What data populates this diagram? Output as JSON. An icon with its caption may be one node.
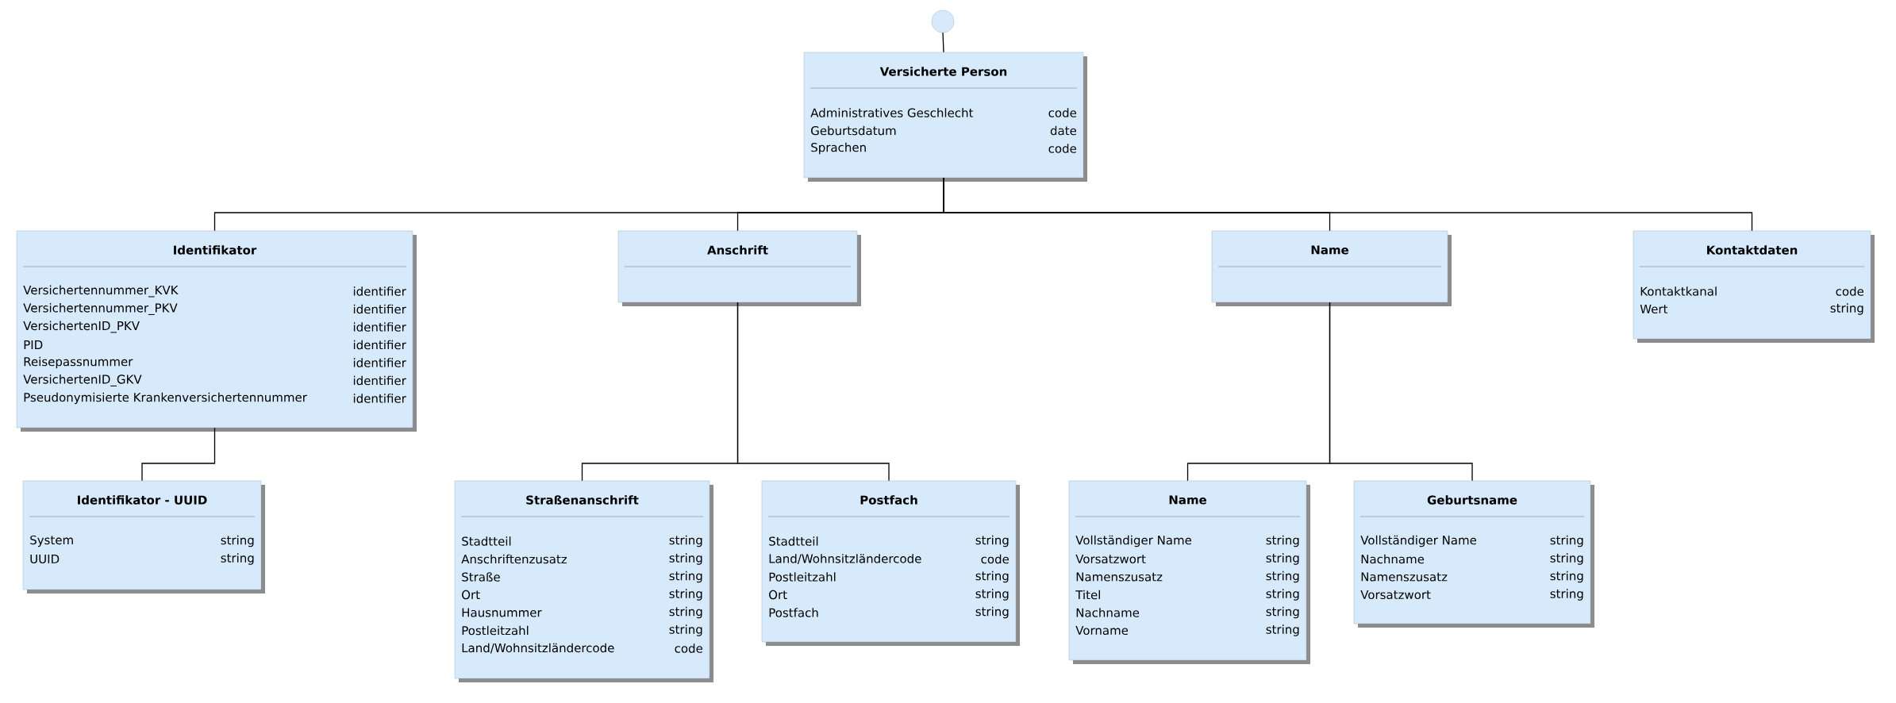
{
  "diagram": {
    "nodes": [
      {
        "text": [],
        "shape": "circle"
      },
      {
        "text": [
          "Versicherte Person",
          "Administratives Geschlecht",
          "code",
          "Geburtsdatum",
          "date",
          "Sprachen",
          "code"
        ]
      },
      {
        "text": [
          "Identifikator",
          "Versichertennummer_KVK",
          "identifier",
          "Versichertennummer_PKV",
          "identifier",
          "VersichertenID_PKV",
          "identifier",
          "PID",
          "identifier",
          "Reisepassnummer",
          "identifier",
          "VersichertenID_GKV",
          "identifier",
          "Pseudonymisierte Krankenversichertennummer",
          "identifier"
        ]
      },
      {
        "text": [
          "Anschrift"
        ]
      },
      {
        "text": [
          "Name"
        ]
      },
      {
        "text": [
          "Kontaktdaten",
          "Kontaktkanal",
          "code",
          "Wert",
          "string"
        ]
      },
      {
        "text": [
          "Identifikator - UUID",
          "System",
          "string",
          "UUID",
          "string"
        ]
      },
      {
        "text": [
          "Straßenanschrift",
          "Stadtteil",
          "string",
          "Anschriftenzusatz",
          "string",
          "Straße",
          "string",
          "Ort",
          "string",
          "Hausnummer",
          "string",
          "Postleitzahl",
          "string",
          "Land/Wohnsitzländercode",
          "code"
        ]
      },
      {
        "text": [
          "Postfach",
          "Stadtteil",
          "string",
          "Land/Wohnsitzländercode",
          "code",
          "Postleitzahl",
          "string",
          "Ort",
          "string",
          "Postfach",
          "string"
        ]
      },
      {
        "text": [
          "Name",
          "Vollständiger Name",
          "string",
          "Vorsatzwort",
          "string",
          "Namenszusatz",
          "string",
          "Titel",
          "string",
          "Nachname",
          "string",
          "Vorname",
          "string"
        ]
      },
      {
        "text": [
          "Geburtsname",
          "Vollständiger Name",
          "string",
          "Nachname",
          "string",
          "Namenszusatz",
          "string",
          "Vorsatzwort",
          "string"
        ]
      }
    ],
    "edges": [
      {
        "from": 0,
        "to": 1,
        "arrow": "none"
      },
      {
        "from": 1,
        "to": 2,
        "arrow": "none"
      },
      {
        "from": 1,
        "to": 3,
        "arrow": "none"
      },
      {
        "from": 1,
        "to": 4,
        "arrow": "none"
      },
      {
        "from": 1,
        "to": 5,
        "arrow": "none"
      },
      {
        "from": 2,
        "to": 6,
        "arrow": "none"
      },
      {
        "from": 3,
        "to": 7,
        "arrow": "none"
      },
      {
        "from": 3,
        "to": 8,
        "arrow": "none"
      },
      {
        "from": 4,
        "to": 9,
        "arrow": "none"
      },
      {
        "from": 4,
        "to": 10,
        "arrow": "none"
      }
    ]
  }
}
